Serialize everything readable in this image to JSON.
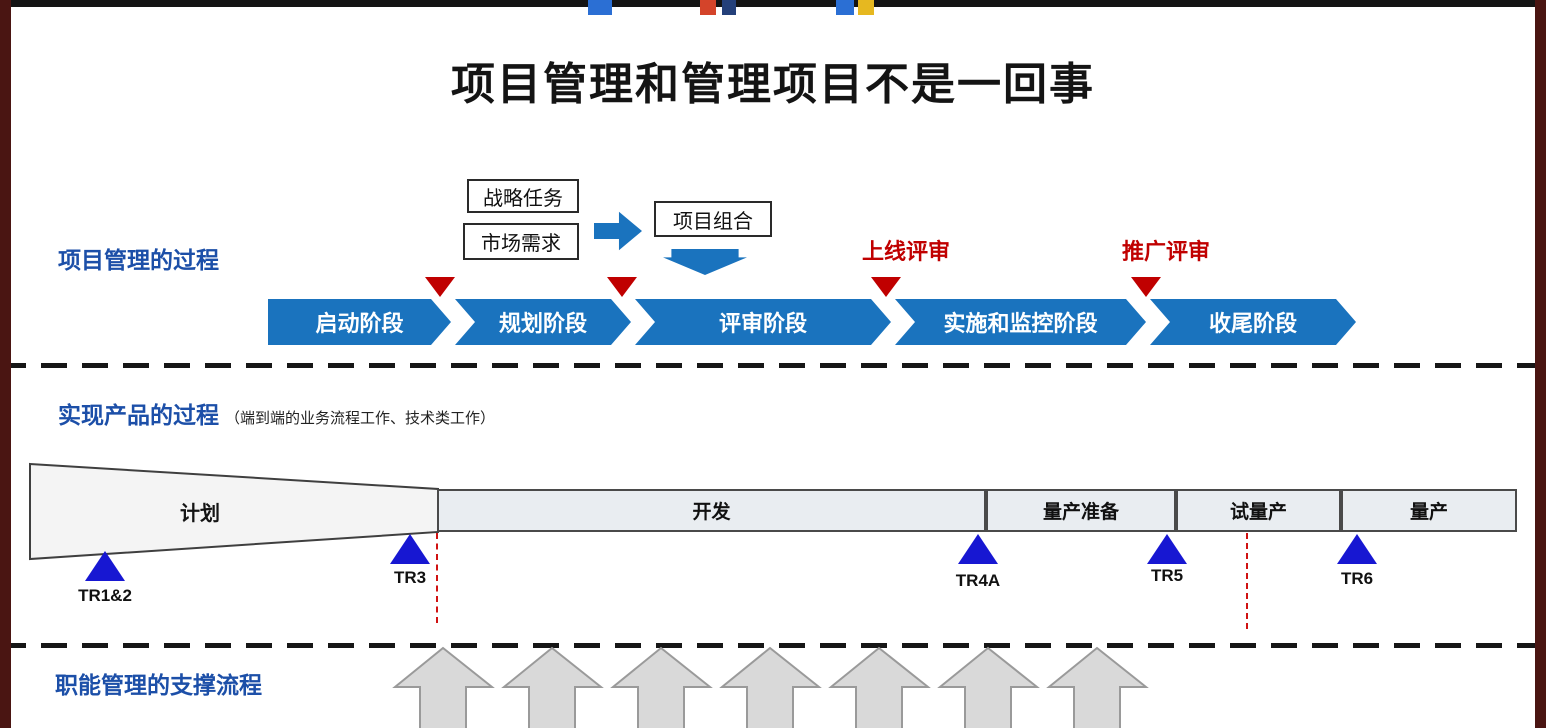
{
  "title": "项目管理和管理项目不是一回事",
  "process_section": {
    "label": "项目管理的过程",
    "input_boxes": [
      "战略任务",
      "市场需求"
    ],
    "portfolio_box": "项目组合",
    "launch_review": "上线评审",
    "promo_review": "推广评审",
    "phases": [
      "启动阶段",
      "规划阶段",
      "评审阶段",
      "实施和监控阶段",
      "收尾阶段"
    ]
  },
  "product_section": {
    "label": "实现产品的过程",
    "note": "（端到端的业务流程工作、技术类工作）",
    "stages": [
      "计划",
      "开发",
      "量产准备",
      "试量产",
      "量产"
    ],
    "milestones": [
      "TR1&2",
      "TR3",
      "TR4A",
      "TR5",
      "TR6"
    ]
  },
  "support_section": {
    "label": "职能管理的支撑流程"
  },
  "colors": {
    "section_label_blue": "#1c4fa8",
    "chevron_blue": "#1a73be",
    "review_red": "#c00000",
    "marker_red": "#c00000",
    "tr_marker_blue": "#1717d2",
    "stage_bar_fill": "#e9edf1",
    "funnel_fill": "#f4f4f4",
    "support_arrow_gray": "#d9d9d9",
    "frame_maroon": "#4a1512",
    "top_strip_black": "#141414"
  }
}
